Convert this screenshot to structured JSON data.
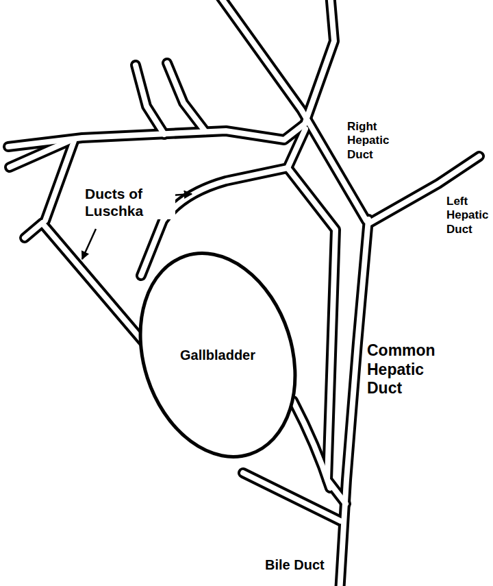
{
  "diagram": {
    "nodes": [
      {
        "text": [
          "Gallbladder"
        ]
      }
    ],
    "labels": [
      "Right Hepatic Duct",
      "Ducts of Luschka",
      "Left Hepatic Duct",
      "Common Hepatic Duct",
      "Bile Duct"
    ]
  }
}
